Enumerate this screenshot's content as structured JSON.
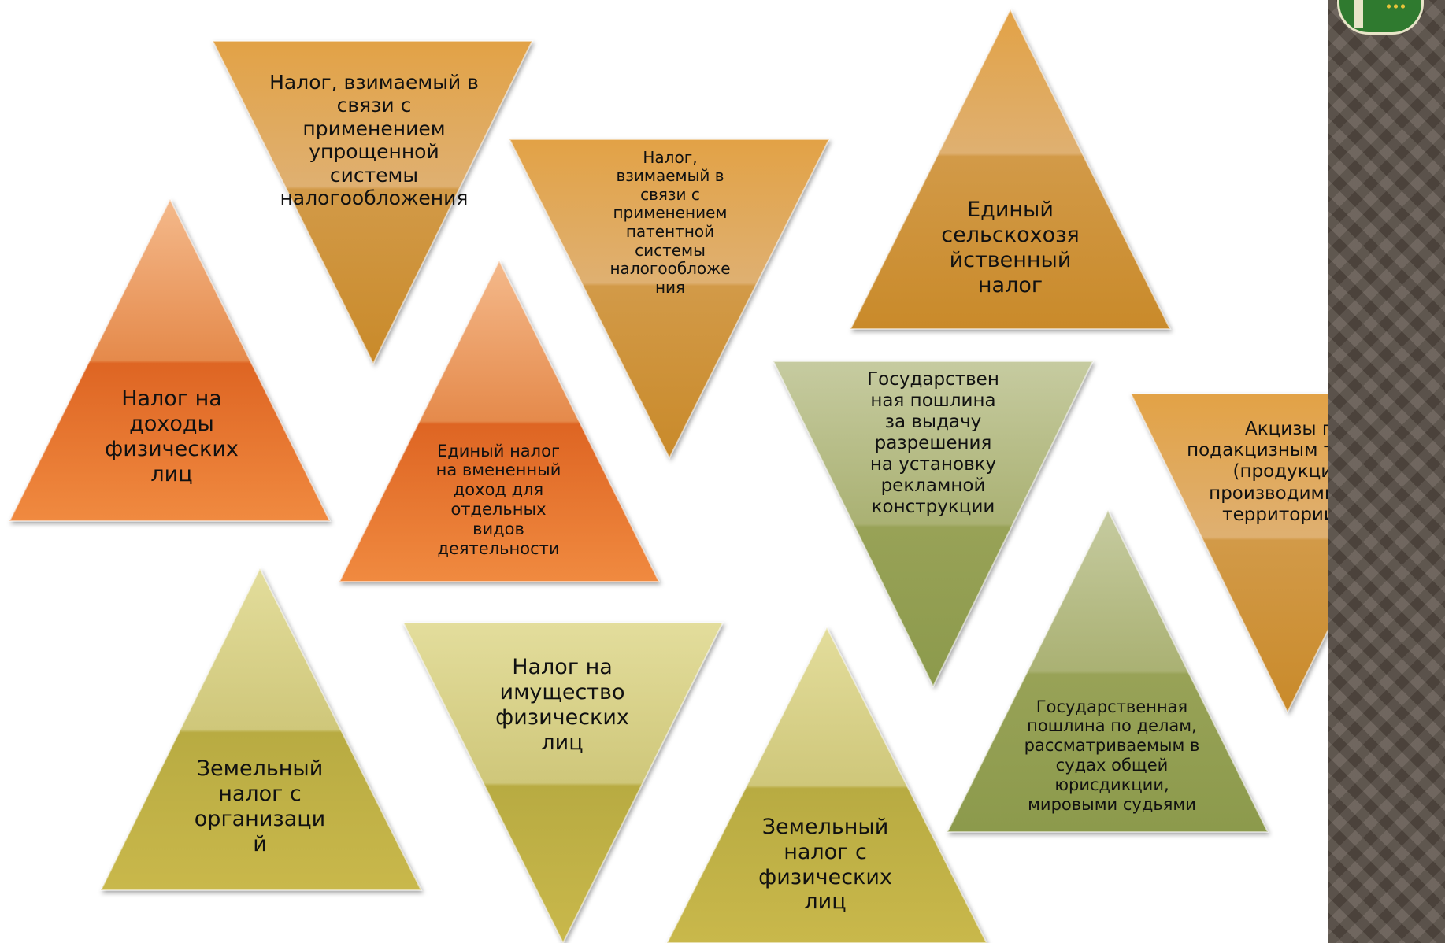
{
  "colors": {
    "orange": "#ea7a2f",
    "gold": "#d99a36",
    "olive": "#b7b24f",
    "sage": "#9ea85a",
    "sidebar": "#5b5148",
    "logo_green": "#2f7a2f"
  },
  "triangles": [
    {
      "id": "usn",
      "text": "Налог, взимаемый в\nсвязи с\nприменением\nупрощенной\nсистемы\nналогообложения",
      "orientation": "down",
      "palette": "gold"
    },
    {
      "id": "patent",
      "text": "Налог,\nвзимаемый в\nсвязи с\nприменением\nпатентной\nсистемы\nналогообложе\nния",
      "orientation": "down",
      "palette": "gold"
    },
    {
      "id": "eshn",
      "text": "Единый\nсельскохозя\nйственный\nналог",
      "orientation": "up",
      "palette": "gold"
    },
    {
      "id": "ndfl",
      "text": "Налог на\nдоходы\nфизических\nлиц",
      "orientation": "up",
      "palette": "orange"
    },
    {
      "id": "envd",
      "text": "Единый налог\nна вмененный\nдоход для\nотдельных\nвидов\nдеятельности",
      "orientation": "up",
      "palette": "orange"
    },
    {
      "id": "poshlina_reklama",
      "text": "Государствен\nная пошлина\nза выдачу\nразрешения\nна установку\nрекламной\nконструкции",
      "orientation": "down",
      "palette": "sage"
    },
    {
      "id": "akcizy",
      "text": "Акцизы по\nподакцизным товарам\n(продукции),\nпроизводимым на\nтерритории РФ",
      "orientation": "down",
      "palette": "gold"
    },
    {
      "id": "zemelny_org",
      "text": "Земельный\nналог с\nорганизаци\nй",
      "orientation": "up",
      "palette": "olive"
    },
    {
      "id": "imushestvo_fl",
      "text": "Налог на\nимущество\nфизических\nлиц",
      "orientation": "down",
      "palette": "olive"
    },
    {
      "id": "zemelny_fl",
      "text": "Земельный\nналог с\nфизических\nлиц",
      "orientation": "up",
      "palette": "olive"
    },
    {
      "id": "poshlina_sud",
      "text": "Государственная\nпошлина по делам,\nрассматриваемым в\nсудах общей\nюрисдикции,\nмировыми судьями",
      "orientation": "up",
      "palette": "sage"
    }
  ]
}
